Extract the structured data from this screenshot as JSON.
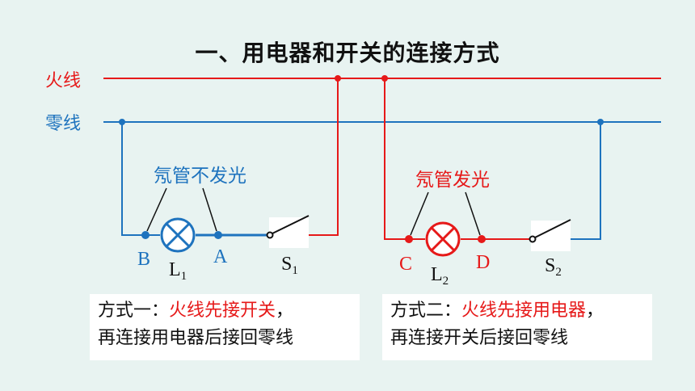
{
  "title": "一、用电器和开关的连接方式",
  "wires": {
    "live": {
      "label": "火线",
      "color": "#e61919"
    },
    "neutral": {
      "label": "零线",
      "color": "#1e73be"
    }
  },
  "left_circuit": {
    "neon_label": "氖管不发光",
    "point_b": "B",
    "point_a": "A",
    "lamp": {
      "letter": "L",
      "sub": "1"
    },
    "switch": {
      "letter": "S",
      "sub": "1"
    }
  },
  "right_circuit": {
    "neon_label": "氖管发光",
    "point_c": "C",
    "point_d": "D",
    "lamp": {
      "letter": "L",
      "sub": "2"
    },
    "switch": {
      "letter": "S",
      "sub": "2"
    }
  },
  "method_one": {
    "prefix": "方式一：",
    "highlight": "火线先接开关",
    "suffix": "，",
    "line2": "再连接用电器后接回零线"
  },
  "method_two": {
    "prefix": "方式二：",
    "highlight": "火线先接用电器",
    "suffix": "，",
    "line2": "再连接开关后接回零线"
  },
  "colors": {
    "live": "#e61919",
    "neutral": "#1e73be",
    "background": "#e8f3f1"
  }
}
